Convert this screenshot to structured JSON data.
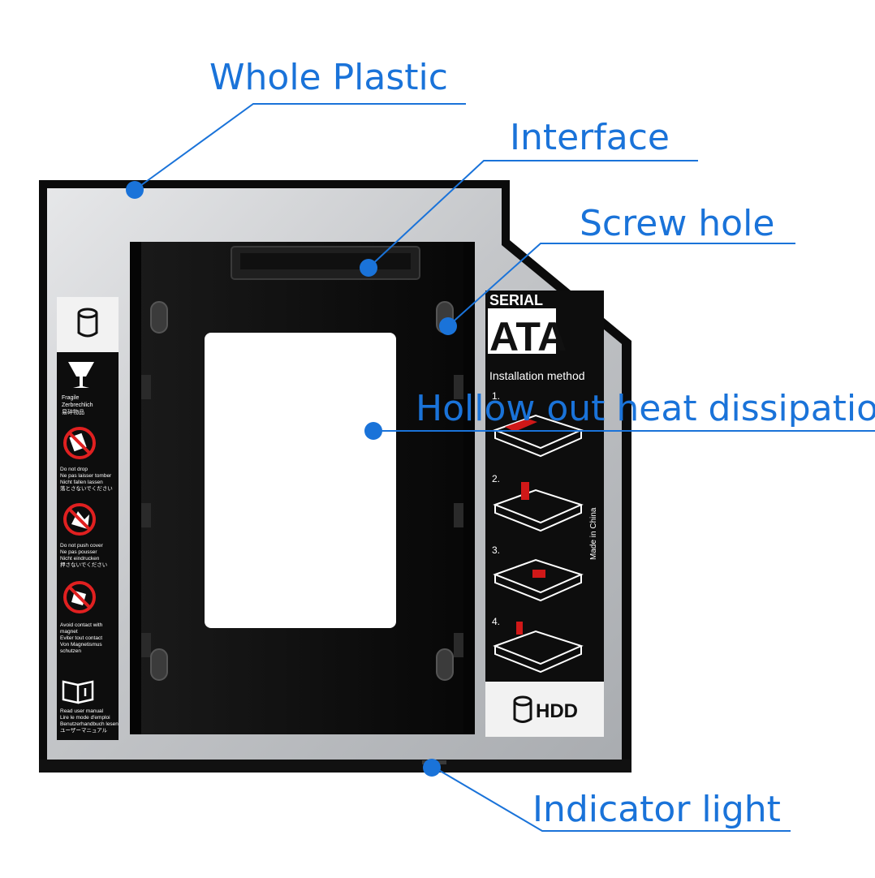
{
  "callouts": {
    "whole_plastic": "Whole Plastic",
    "interface": "Interface",
    "screw_hole": "Screw hole",
    "hollow_out": "Hollow out heat dissipation",
    "indicator_light": "Indicator light"
  },
  "right_label": {
    "serial": "SERIAL",
    "ata": "ATA",
    "installation_method": "Installation method",
    "steps": [
      "1.",
      "2.",
      "3.",
      "4."
    ],
    "made_in": "Made in China",
    "hdd": "HDD"
  },
  "left_label": {
    "fragile": [
      "Fragile",
      "Zerbrechlich",
      "易碎物品"
    ],
    "do_not_drop": [
      "Do not drop",
      "Ne pas laisser tomber",
      "Nicht fallen lassen",
      "落とさないでください"
    ],
    "do_not_push": [
      "Do not push cover",
      "Ne pas pousser",
      "Nicht eindrucken",
      "押さないでください"
    ],
    "avoid_magnet": [
      "Avoid contact with",
      "magnet",
      "Eviter tout contact",
      "Von Magnetismus",
      "schutzen"
    ],
    "read_manual": [
      "Read user manual",
      "Lire le mode d'emploi",
      "Benutzerhandbuch lesen",
      "ユーザーマニュアル"
    ]
  },
  "colors": {
    "accent": "#1a73d9",
    "frame": "#0c0c0c",
    "metal": "#c7c9cc"
  },
  "icons": [
    "drive-icon",
    "fragile-glass-icon",
    "no-drop-icon",
    "no-push-icon",
    "no-magnet-icon",
    "manual-book-icon",
    "hdd-icon"
  ]
}
